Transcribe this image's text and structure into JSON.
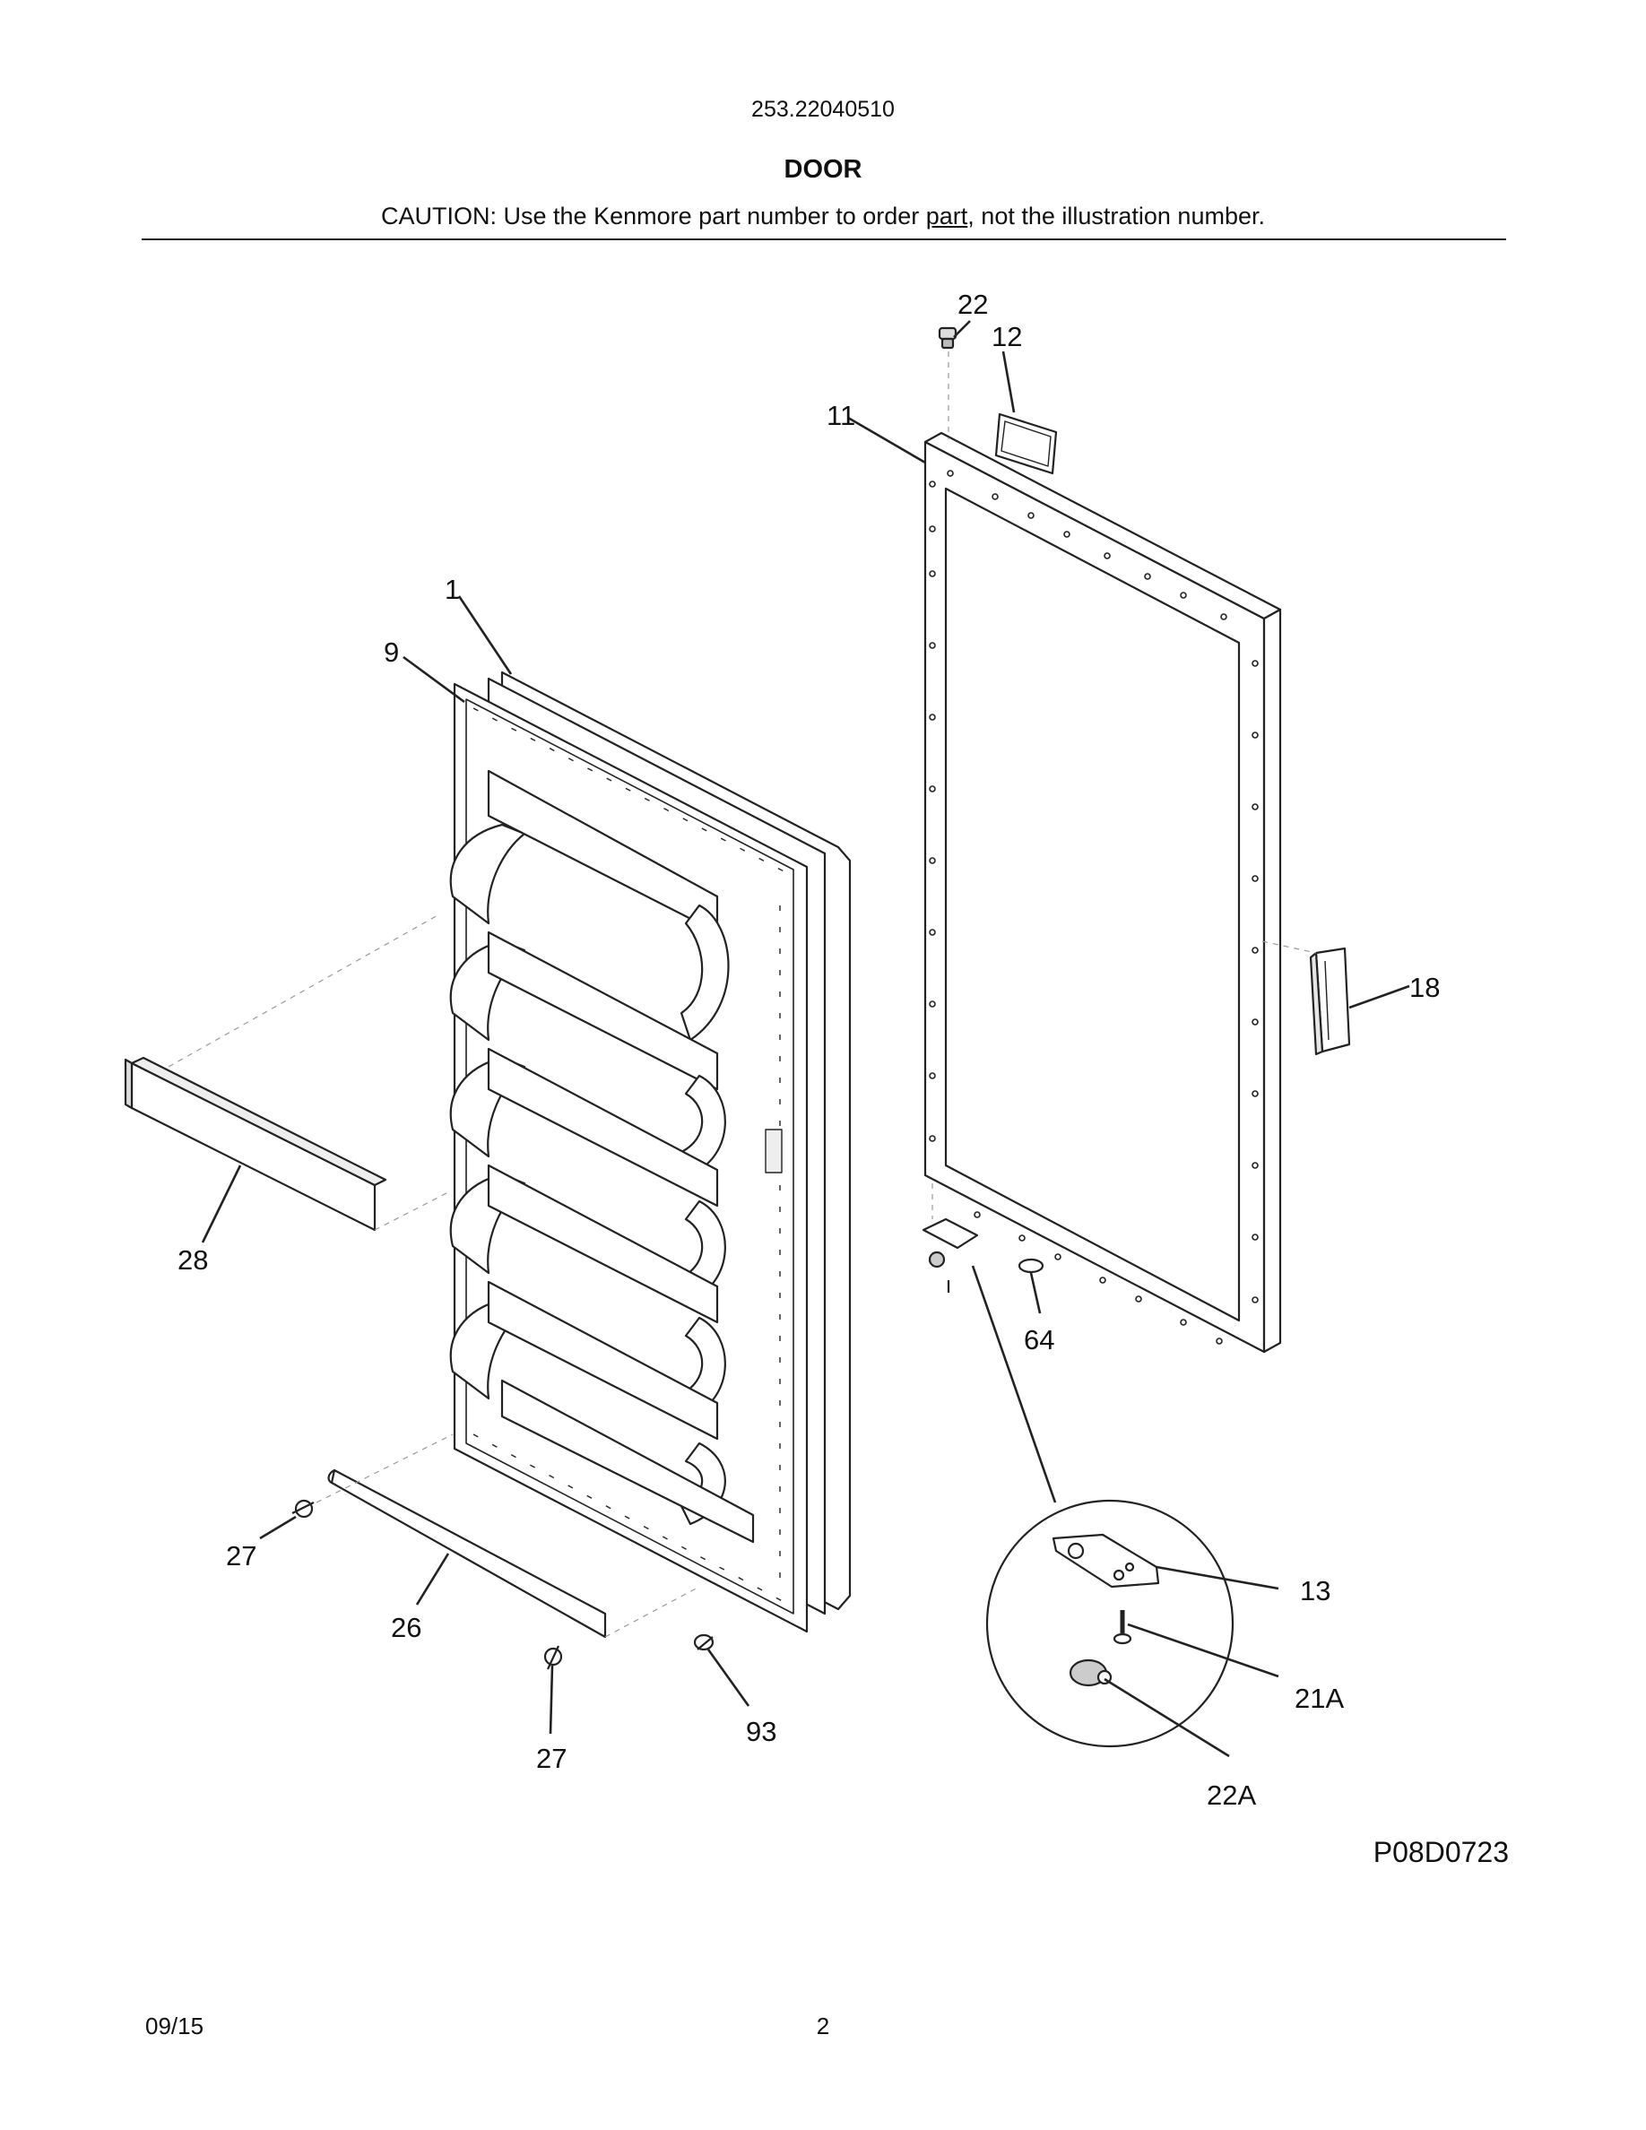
{
  "header": {
    "model_number": "253.22040510",
    "section_title": "DOOR",
    "caution_prefix": "CAUTION: Use the Kenmore part number to order ",
    "caution_link": "part",
    "caution_suffix": ", not the illustration number."
  },
  "diagram": {
    "part_labels": {
      "p22": "22",
      "p12": "12",
      "p11": "11",
      "p1": "1",
      "p9": "9",
      "p18": "18",
      "p28": "28",
      "p64": "64",
      "p13": "13",
      "p21a": "21A",
      "p22a": "22A",
      "p27a": "27",
      "p26": "26",
      "p27b": "27",
      "p93": "93"
    },
    "drawing_code": "P08D0723"
  },
  "footer": {
    "date": "09/15",
    "page_number": "2"
  }
}
